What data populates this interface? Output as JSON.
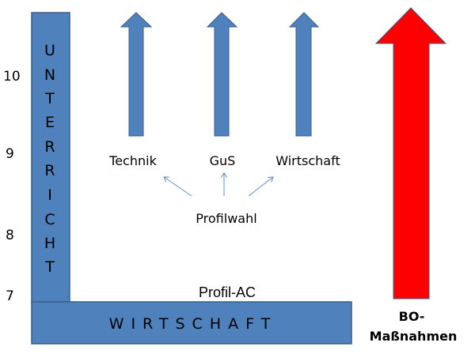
{
  "colors": {
    "blue": "#4f81bd",
    "blue_border": "#385d8a",
    "red": "#ff0000",
    "thin_arrow": "#5b8fd0"
  },
  "grade_axis": [
    "10",
    "9",
    "8",
    "7"
  ],
  "vertical_bar": {
    "letters": [
      "U",
      "N",
      "T",
      "E",
      "R",
      "R",
      "I",
      "C",
      "H",
      "T"
    ]
  },
  "horizontal_bar": {
    "label": "WIRTSCHAFT"
  },
  "profiles": [
    {
      "label": "Technik"
    },
    {
      "label": "GuS"
    },
    {
      "label": "Wirtschaft"
    }
  ],
  "profilwahl": "Profilwahl",
  "profil_ac": "Profil-AC",
  "bo_arrow": {
    "line1": "BO-",
    "line2": "Maßnahmen"
  }
}
